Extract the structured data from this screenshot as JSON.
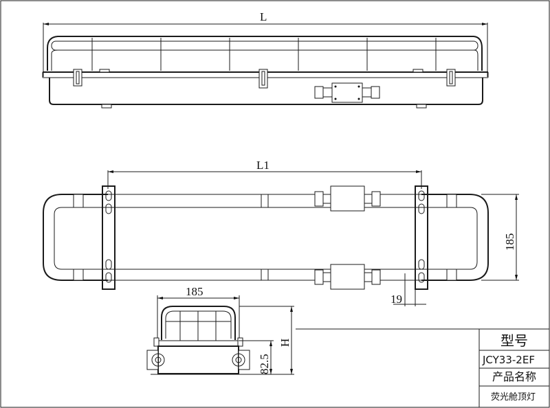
{
  "dimensions": {
    "length_total": "L",
    "length_mount": "L1",
    "width_top_view": "185",
    "bracket_offset": "19",
    "width_side_view": "185",
    "height_side_view": "H",
    "height_lower": "82.5"
  },
  "title_block": {
    "model_label": "型号",
    "model_value": "JCY33-2EF",
    "product_name_label": "产品名称",
    "product_name_value": "荧光舱顶灯"
  }
}
